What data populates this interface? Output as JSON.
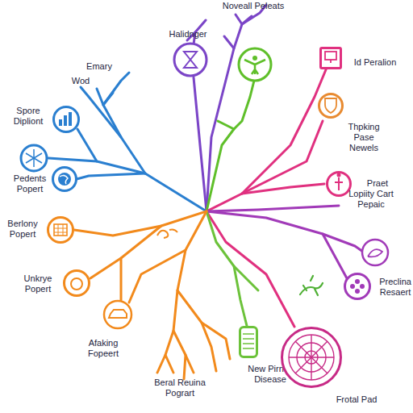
{
  "diagram": {
    "nodes": [
      {
        "text": [
          "Spore Dipliont"
        ]
      },
      {
        "text": [
          "Pedents Popert"
        ]
      },
      {
        "text": [
          "Id Peralion"
        ]
      },
      {
        "text": [
          "Thpking Pase Newels"
        ]
      },
      {
        "text": [
          "Praet"
        ]
      },
      {
        "text": [
          "Preclina Resaert"
        ]
      },
      {
        "text": [
          "New Pirncy Disease"
        ]
      },
      {
        "text": [
          "Frotal Pad"
        ]
      },
      {
        "text": [
          "Berlony Popert"
        ]
      },
      {
        "text": [
          "Unkrye Popert"
        ]
      }
    ],
    "labels": [
      "Noveall Peleats",
      "Halidnger",
      "Emary",
      "Wod",
      "Lopiity Cart Pepaic",
      "Afaking Fopeert",
      "Beral Reuina Pogrart"
    ]
  }
}
